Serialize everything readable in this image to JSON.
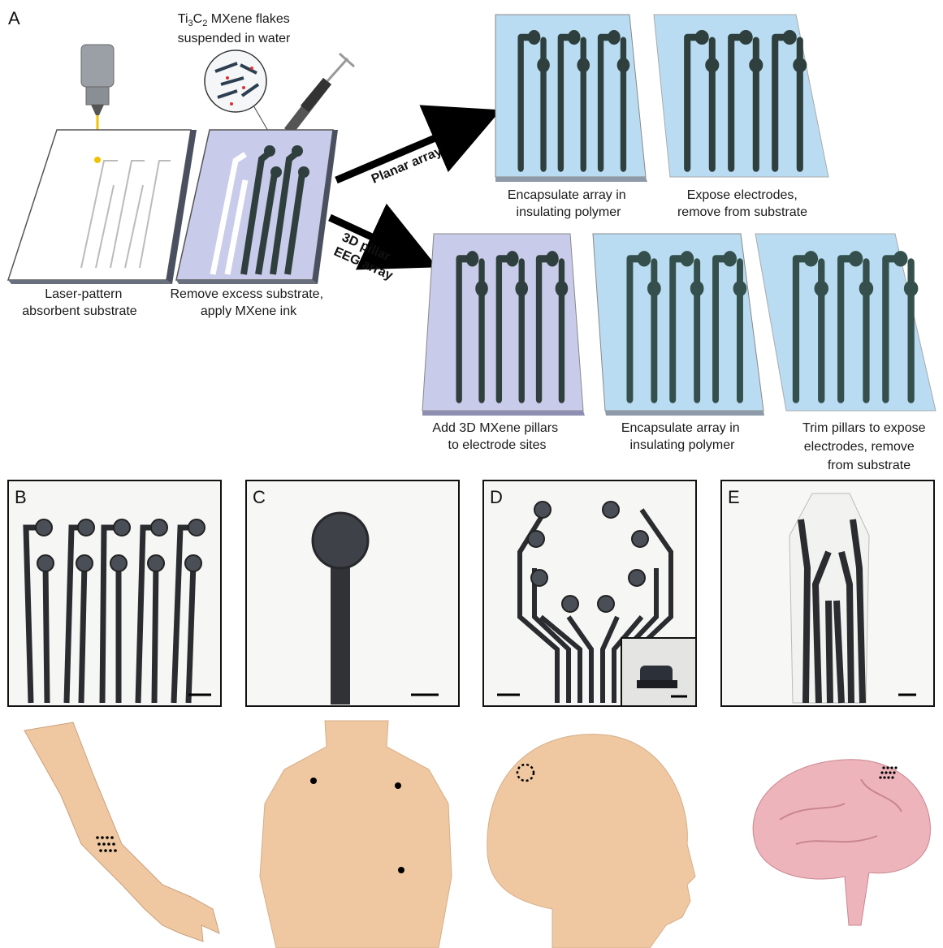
{
  "panel_labels": {
    "a": "A",
    "b": "B",
    "c": "C",
    "d": "D",
    "e": "E"
  },
  "ink_label": {
    "line1_pre": "Ti",
    "line1_sub1": "3",
    "line1_mid": "C",
    "line1_sub2": "2",
    "line1_post": " MXene flakes",
    "line2": "suspended in water"
  },
  "steps": {
    "laser": [
      "Laser-pattern",
      "absorbent substrate"
    ],
    "remove": [
      "Remove excess substrate,",
      "apply MXene ink"
    ],
    "planar_encapsulate": [
      "Encapsulate array in",
      "insulating polymer"
    ],
    "planar_expose": [
      "Expose electrodes,",
      "remove from substrate"
    ],
    "pillar_add": [
      "Add 3D MXene pillars",
      "to electrode sites"
    ],
    "pillar_encapsulate": [
      "Encapsulate array in",
      "insulating polymer"
    ],
    "pillar_trim": [
      "Trim pillars to expose",
      "electrodes, remove",
      "from substrate"
    ]
  },
  "arrows": {
    "planar": "Planar array",
    "pillar_line1": "3D pillar",
    "pillar_line2": "EEG array"
  },
  "colors": {
    "substrate_purple": "#c9cbea",
    "substrate_blue": "#b9dcf2",
    "mxene": "#2f3f3d",
    "skin": "#efc8a2",
    "brain": "#eeb4bc",
    "photo_ink": "#2a2c30"
  }
}
